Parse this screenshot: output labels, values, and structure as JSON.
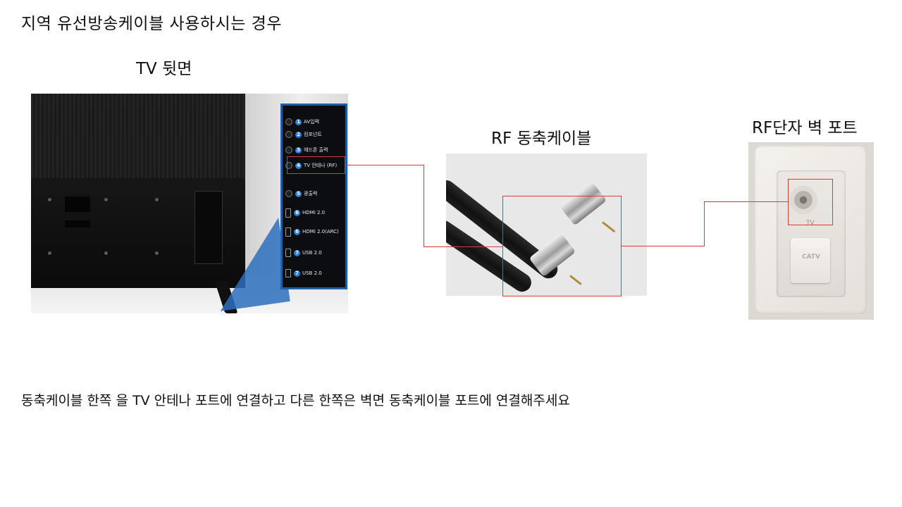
{
  "heading": "지역 유선방송케이블 사용하시는 경우",
  "labels": {
    "tv_back": "TV 뒷면",
    "rf_cable": "RF 동축케이블",
    "rf_wall_port": "RF단자 벽 포트"
  },
  "tv_panel": {
    "ports": [
      {
        "num": "1",
        "label": "AV입력",
        "kind": "jack"
      },
      {
        "num": "2",
        "label": "컴포넌트",
        "kind": "jack"
      },
      {
        "num": "3",
        "label": "헤드폰 출력",
        "kind": "jack"
      },
      {
        "num": "4",
        "label": "TV 안테나 (RF)",
        "kind": "rf"
      },
      {
        "num": "5",
        "label": "광출력",
        "kind": "optical"
      },
      {
        "num": "6",
        "label": "HDMI 2.0",
        "kind": "hdmi"
      },
      {
        "num": "6",
        "label": "HDMI 2.0(ARC)",
        "kind": "hdmi"
      },
      {
        "num": "7",
        "label": "USB 2.0",
        "kind": "usb"
      },
      {
        "num": "7",
        "label": "USB 2.0",
        "kind": "usb"
      }
    ]
  },
  "wall_plate": {
    "socket_label": "TV",
    "cover_label": "CATV"
  },
  "caption": "동축케이블 한쪽 을 TV 안테나 포트에 연결하고 다른 한쪽은 벽면 동축케이블 포트에 연결해주세요",
  "colors": {
    "highlight": "#d83c3c",
    "panel_border": "#1c5ea8",
    "port_badge": "#2a7fd4"
  }
}
